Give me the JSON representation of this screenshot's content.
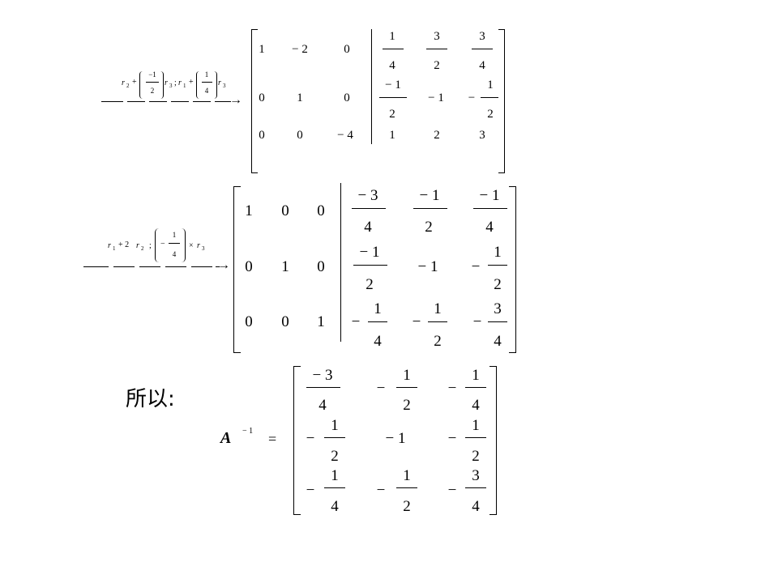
{
  "step1": {
    "op": {
      "r2": "r",
      "s2": "2",
      "plus1": "+",
      "f1num": "−1",
      "f1den": "2",
      "r3a": "r",
      "s3a": "3",
      "semi": ";",
      "r1": "r",
      "s1": "1",
      "plus2": "+",
      "f2num": "1",
      "f2den": "4",
      "r3b": "r",
      "s3b": "3"
    },
    "left": [
      [
        "1",
        "− 2",
        "0"
      ],
      [
        "0",
        "1",
        "0"
      ],
      [
        "0",
        "0",
        "− 4"
      ]
    ],
    "right": {
      "row1": [
        {
          "n": "1",
          "d": "4"
        },
        {
          "n": "3",
          "d": "2"
        },
        {
          "n": "3",
          "d": "4"
        }
      ],
      "row2": [
        {
          "n": "− 1",
          "d": "2"
        },
        {
          "v": "− 1"
        },
        {
          "s": "−",
          "n": "1",
          "d": "2"
        }
      ],
      "row3": [
        "1",
        "2",
        "3"
      ]
    }
  },
  "step2": {
    "op": {
      "r1": "r",
      "s1": "1",
      "plus": "+ 2",
      "r2": "r",
      "s2": "2",
      "semi": ";",
      "minus": "−",
      "fnum": "1",
      "fden": "4",
      "times": "×",
      "r3": "r",
      "s3": "3"
    },
    "left": [
      [
        "1",
        "0",
        "0"
      ],
      [
        "0",
        "1",
        "0"
      ],
      [
        "0",
        "0",
        "1"
      ]
    ],
    "right": {
      "row1": [
        {
          "n": "− 3",
          "d": "4"
        },
        {
          "n": "− 1",
          "d": "2"
        },
        {
          "n": "− 1",
          "d": "4"
        }
      ],
      "row2": [
        {
          "n": "− 1",
          "d": "2"
        },
        {
          "v": "− 1"
        },
        {
          "s": "−",
          "n": "1",
          "d": "2"
        }
      ],
      "row3": [
        {
          "s": "−",
          "n": "1",
          "d": "4"
        },
        {
          "s": "−",
          "n": "1",
          "d": "2"
        },
        {
          "s": "−",
          "n": "3",
          "d": "4"
        }
      ]
    }
  },
  "result": {
    "label": "所以:",
    "A": "A",
    "sup": "− 1",
    "eq": "=",
    "row1": [
      {
        "n": "− 3",
        "d": "4"
      },
      {
        "s": "−",
        "n": "1",
        "d": "2"
      },
      {
        "s": "−",
        "n": "1",
        "d": "4"
      }
    ],
    "row2": [
      {
        "s": "−",
        "n": "1",
        "d": "2"
      },
      {
        "v": "− 1"
      },
      {
        "s": "−",
        "n": "1",
        "d": "2"
      }
    ],
    "row3": [
      {
        "s": "−",
        "n": "1",
        "d": "4"
      },
      {
        "s": "−",
        "n": "1",
        "d": "2"
      },
      {
        "s": "−",
        "n": "3",
        "d": "4"
      }
    ]
  }
}
